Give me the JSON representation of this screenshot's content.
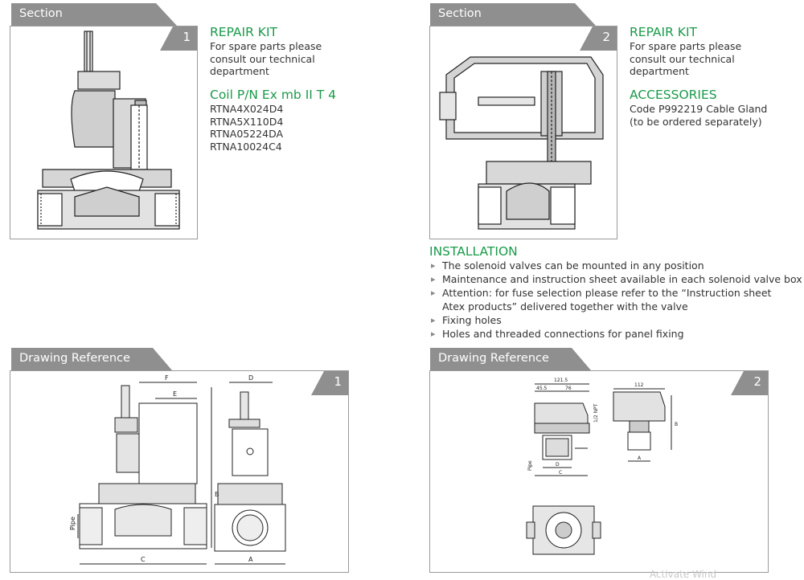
{
  "colors": {
    "tab": "#8f8f8f",
    "heading": "#1a9a4a"
  },
  "section1": {
    "tab_label": "Section",
    "number": "1",
    "repair_heading": "REPAIR KIT",
    "repair_text": [
      "For spare parts please",
      "consult our technical",
      "department"
    ],
    "coil_heading": "Coil P/N Ex mb II T 4",
    "coil_parts": [
      "RTNA4X024D4",
      "RTNA5X110D4",
      "RTNA05224DA",
      "RTNA10024C4"
    ]
  },
  "section2": {
    "tab_label": "Section",
    "number": "2",
    "repair_heading": "REPAIR KIT",
    "repair_text": [
      "For spare parts please",
      "consult our technical",
      "department"
    ],
    "accessories_heading": "ACCESSORIES",
    "accessories_text": [
      "Code P992219 Cable Gland",
      "(to be ordered separately)"
    ]
  },
  "installation": {
    "heading": "INSTALLATION",
    "items": [
      "The solenoid valves can be mounted in any position",
      "Maintenance and instruction sheet available in each solenoid valve box",
      "Attention: for fuse selection please refer to the “Instruction sheet",
      "Fixing holes",
      "Holes and threaded connections for panel fixing"
    ],
    "item3_cont": "Atex products” delivered together with the valve"
  },
  "drawing1": {
    "tab_label": "Drawing Reference",
    "number": "1",
    "dim_labels": {
      "f": "F",
      "e": "E",
      "d": "D",
      "b": "B",
      "c": "C",
      "a": "A",
      "pipe": "Pipe"
    }
  },
  "drawing2": {
    "tab_label": "Drawing Reference",
    "number": "2",
    "dim_labels": {
      "w1215": "121.5",
      "w455": "45.5",
      "w76": "76",
      "w112": "112",
      "npt": "1/2 NPT",
      "d": "D",
      "c": "C",
      "b": "B",
      "a": "A",
      "pipe": "Pipe"
    }
  },
  "watermark": "Activate Wind"
}
